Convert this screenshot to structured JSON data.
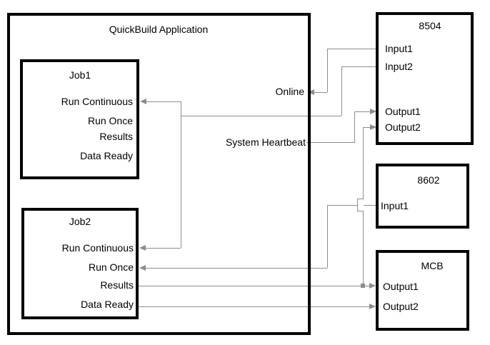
{
  "app": {
    "title": "QuickBuild Application",
    "online_label": "Online",
    "heartbeat_label": "System Heartbeat",
    "jobs": [
      {
        "title": "Job1",
        "ports": [
          "Run Continuous",
          "Run Once",
          "Results",
          "Data Ready"
        ]
      },
      {
        "title": "Job2",
        "ports": [
          "Run Continuous",
          "Run Once",
          "Results",
          "Data Ready"
        ]
      }
    ]
  },
  "devices": [
    {
      "title": "8504",
      "ports": [
        "Input1",
        "Input2",
        "Output1",
        "Output2"
      ]
    },
    {
      "title": "8602",
      "ports": [
        "Input1"
      ]
    },
    {
      "title": "MCB",
      "ports": [
        "Output1",
        "Output2"
      ]
    }
  ],
  "connections": [
    {
      "from": "8504.Input1",
      "to": "QuickBuild Application.Online"
    },
    {
      "from": "8504.Input2",
      "to": "Job1.Run Continuous; Job2.Run Continuous"
    },
    {
      "from": "QuickBuild Application.System Heartbeat",
      "to": "8504.Output1"
    },
    {
      "from": "Job2.Results",
      "to": "8504.Output2; MCB.Output1"
    },
    {
      "from": "8602.Input1",
      "to": "Job2.Run Once"
    },
    {
      "from": "Job2.Data Ready",
      "to": "MCB.Output2"
    }
  ],
  "colors": {
    "background": "#ffffff",
    "border": "#000000",
    "text": "#000000",
    "wire": "#8c8c8c"
  }
}
